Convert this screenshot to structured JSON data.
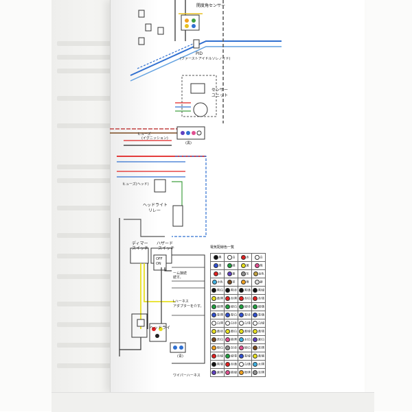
{
  "labels": {
    "sensor_top": "開度角センサー",
    "pid": "PID",
    "idle_solenoid": "(ファーストアイドルソレノイド)",
    "sensor_unit_1": "センサー",
    "sensor_unit_2": "ユニット",
    "fuse_ignition_1": "ヒューズ",
    "fuse_ignition_2": "(イグニッション)",
    "fuse_head": "ヒューズ(ヘッド)",
    "black": "(黒)",
    "headlight_relay_1": "ヘッドライト",
    "headlight_relay_2": "リレー",
    "dimmer_1": "ディマー",
    "dimmer_2": "スイッチ",
    "hazard_1": "ハザード",
    "hazard_2": "スイッチ",
    "off": "OFF",
    "on": "ON",
    "harness_note": "ーム接続",
    "harness_note2": "続す。",
    "l_harness": "Lハーネス",
    "adapter_note": "アダプターを介す。",
    "headlight": "ヘッドライ",
    "blue_label": "(青)",
    "wiper_harness": "ワイパーハーネス",
    "legend_title": "電気配線色一覧"
  },
  "legend": {
    "rows": [
      [
        {
          "c": "#111111",
          "t": "黒"
        },
        {
          "c": "#ffffff",
          "t": "白"
        },
        {
          "c": "#e02020",
          "t": "赤"
        },
        {
          "c": "#ffffff",
          "t": "白"
        }
      ],
      [
        {
          "c": "#3050d0",
          "t": "青"
        },
        {
          "c": "#20a040",
          "t": "緑"
        },
        {
          "c": "#e8e020",
          "t": "黄"
        },
        {
          "c": "#e05090",
          "t": "桃"
        }
      ],
      [
        {
          "c": "#e02020",
          "t": "赤"
        },
        {
          "c": "#6040c0",
          "t": "紫"
        },
        {
          "c": "#909090",
          "t": "灰"
        },
        {
          "c": "#c0a040",
          "t": "金色"
        }
      ],
      [
        {
          "c": "#40b0e0",
          "t": "水色"
        },
        {
          "c": "#7a4a20",
          "t": "茶"
        },
        {
          "c": "#f0a020",
          "t": "橙"
        },
        {
          "c": "#e0e0e0",
          "t": "銀"
        }
      ],
      [
        {
          "c": "#111111",
          "t": "黒/白"
        },
        {
          "c": "#111111",
          "t": "黒/赤"
        },
        {
          "c": "#111111",
          "t": "黒/黄"
        },
        {
          "c": "#111111",
          "t": "黒/緑"
        }
      ],
      [
        {
          "c": "#e8e020",
          "t": "黄/黒"
        },
        {
          "c": "#e02020",
          "t": "赤/黒"
        },
        {
          "c": "#e02020",
          "t": "赤/白"
        },
        {
          "c": "#e02020",
          "t": "赤/青"
        }
      ],
      [
        {
          "c": "#20a040",
          "t": "緑/黒"
        },
        {
          "c": "#20a040",
          "t": "緑/白"
        },
        {
          "c": "#20a040",
          "t": "緑/赤"
        },
        {
          "c": "#20a040",
          "t": "緑/黄"
        }
      ],
      [
        {
          "c": "#3050d0",
          "t": "青/黒"
        },
        {
          "c": "#3050d0",
          "t": "青/白"
        },
        {
          "c": "#3050d0",
          "t": "青/赤"
        },
        {
          "c": "#3050d0",
          "t": "青/黄"
        }
      ],
      [
        {
          "c": "#ffffff",
          "t": "白/黒"
        },
        {
          "c": "#ffffff",
          "t": "白/赤"
        },
        {
          "c": "#ffffff",
          "t": "白/青"
        },
        {
          "c": "#ffffff",
          "t": "白/緑"
        }
      ],
      [
        {
          "c": "#e8e020",
          "t": "黄/赤"
        },
        {
          "c": "#e8e020",
          "t": "黄/白"
        },
        {
          "c": "#e8e020",
          "t": "黄/緑"
        },
        {
          "c": "#e8e020",
          "t": "黄/青"
        }
      ],
      [
        {
          "c": "#7a4a20",
          "t": "茶/白"
        },
        {
          "c": "#e05090",
          "t": "桃/黒"
        },
        {
          "c": "#40b0e0",
          "t": "水/白"
        },
        {
          "c": "#6040c0",
          "t": "紫/白"
        }
      ],
      [
        {
          "c": "#f0a020",
          "t": "橙/白"
        },
        {
          "c": "#909090",
          "t": "灰/赤"
        },
        {
          "c": "#e05090",
          "t": "桃/白"
        },
        {
          "c": "#7a4a20",
          "t": "茶/黒"
        }
      ],
      [
        {
          "c": "#e02020",
          "t": "赤/緑"
        },
        {
          "c": "#20a040",
          "t": "緑/青"
        },
        {
          "c": "#3050d0",
          "t": "青/緑"
        },
        {
          "c": "#e8e020",
          "t": "黄/紫"
        }
      ],
      [
        {
          "c": "#111111",
          "t": "黒/青"
        },
        {
          "c": "#e02020",
          "t": "赤/黄"
        },
        {
          "c": "#ffffff",
          "t": "白/黄"
        },
        {
          "c": "#40b0e0",
          "t": "水/黒"
        }
      ],
      [
        {
          "c": "#6040c0",
          "t": "紫/黒"
        },
        {
          "c": "#e05090",
          "t": "桃/緑"
        },
        {
          "c": "#f0a020",
          "t": "橙/黒"
        },
        {
          "c": "#909090",
          "t": "灰/黒"
        }
      ]
    ]
  }
}
